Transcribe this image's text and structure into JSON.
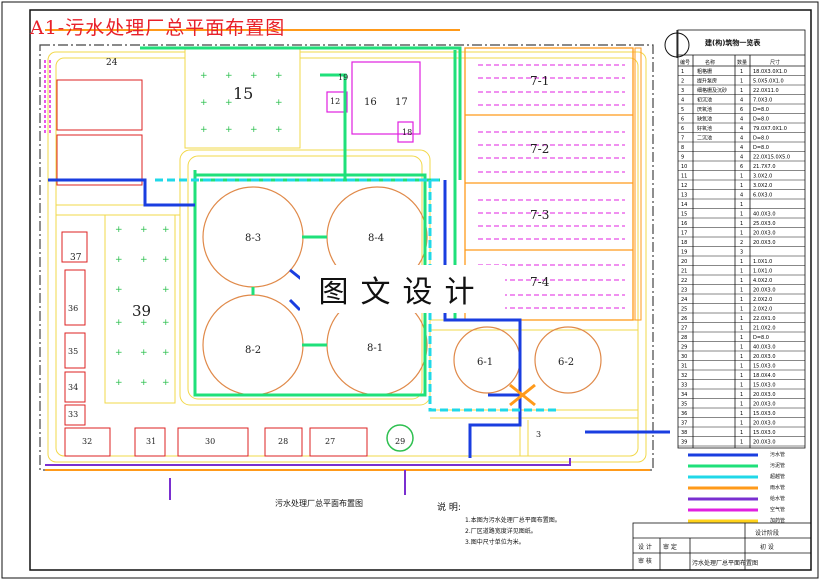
{
  "title": "A1-污水处理厂总平面布置图",
  "watermark": "图文设计",
  "subtitle": "污水处理厂总平面布置图",
  "notes": {
    "heading": "说 明:",
    "items": [
      "1.本图为污水处理厂总平面布置图。",
      "2.厂区道路宽度详见图纸。",
      "3.图中尺寸单位为米。"
    ]
  },
  "units": [
    {
      "id": "u15",
      "label": "15"
    },
    {
      "id": "u16",
      "label": "16"
    },
    {
      "id": "u17",
      "label": "17"
    },
    {
      "id": "u18",
      "label": "18"
    },
    {
      "id": "u19",
      "label": "19"
    },
    {
      "id": "u12",
      "label": "12"
    },
    {
      "id": "u24",
      "label": "24"
    },
    {
      "id": "u39",
      "label": "39"
    },
    {
      "id": "u37",
      "label": "37"
    },
    {
      "id": "u36",
      "label": "36"
    },
    {
      "id": "u35",
      "label": "35"
    },
    {
      "id": "u34",
      "label": "34"
    },
    {
      "id": "u33",
      "label": "33"
    },
    {
      "id": "u32",
      "label": "32"
    },
    {
      "id": "u31",
      "label": "31"
    },
    {
      "id": "u30",
      "label": "30"
    },
    {
      "id": "u28",
      "label": "28"
    },
    {
      "id": "u27",
      "label": "27"
    },
    {
      "id": "u29",
      "label": "29"
    },
    {
      "id": "u7_1",
      "label": "7-1"
    },
    {
      "id": "u7_2",
      "label": "7-2"
    },
    {
      "id": "u7_3",
      "label": "7-3"
    },
    {
      "id": "u7_4",
      "label": "7-4"
    },
    {
      "id": "u8_1",
      "label": "8-1"
    },
    {
      "id": "u8_2",
      "label": "8-2"
    },
    {
      "id": "u8_3",
      "label": "8-3"
    },
    {
      "id": "u8_4",
      "label": "8-4"
    },
    {
      "id": "u6_1",
      "label": "6-1"
    },
    {
      "id": "u6_2",
      "label": "6-2"
    },
    {
      "id": "u3",
      "label": "3"
    }
  ],
  "table": {
    "title": "建(构)筑物一览表",
    "headers": [
      "编号",
      "名称",
      "数量",
      "尺寸"
    ],
    "rows": [
      [
        "1",
        "粗格栅",
        "1",
        "18.0X3.0X1.0"
      ],
      [
        "2",
        "提升泵房",
        "1",
        "5.0X5.0X1.0"
      ],
      [
        "3",
        "细格栅及沉砂",
        "1",
        "22.0X11.0"
      ],
      [
        "4",
        "初沉池",
        "4",
        "7.0X3.0"
      ],
      [
        "5",
        "厌氧池",
        "6",
        "D=8.0"
      ],
      [
        "6",
        "缺氧池",
        "4",
        "D=8.0"
      ],
      [
        "6",
        "好氧池",
        "4",
        "79.0X7.0X1.0"
      ],
      [
        "7",
        "二沉池",
        "4",
        "D=8.0"
      ],
      [
        "8",
        "",
        "4",
        "D=8.0"
      ],
      [
        "9",
        "",
        "4",
        "22.0X15.0X5.0"
      ],
      [
        "10",
        "",
        "6",
        "21.7X7.0"
      ],
      [
        "11",
        "",
        "1",
        "3.0X2.0"
      ],
      [
        "12",
        "",
        "1",
        "3.0X2.0"
      ],
      [
        "13",
        "",
        "4",
        "6.0X3.0"
      ],
      [
        "14",
        "",
        "1",
        ""
      ],
      [
        "15",
        "",
        "1",
        "40.0X3.0"
      ],
      [
        "16",
        "",
        "1",
        "25.0X3.0"
      ],
      [
        "17",
        "",
        "1",
        "20.0X3.0"
      ],
      [
        "18",
        "",
        "2",
        "20.0X3.0"
      ],
      [
        "19",
        "",
        "3",
        ""
      ],
      [
        "20",
        "",
        "1",
        "1.0X1.0"
      ],
      [
        "21",
        "",
        "1",
        "1.0X1.0"
      ],
      [
        "22",
        "",
        "1",
        "4.0X2.0"
      ],
      [
        "23",
        "",
        "1",
        "20.0X3.0"
      ],
      [
        "24",
        "",
        "1",
        "2.0X2.0"
      ],
      [
        "25",
        "",
        "1",
        "2.0X2.0"
      ],
      [
        "26",
        "",
        "1",
        "22.0X1.0"
      ],
      [
        "27",
        "",
        "1",
        "21.0X2.0"
      ],
      [
        "28",
        "",
        "1",
        "D=8.0"
      ],
      [
        "29",
        "",
        "1",
        "40.0X3.0"
      ],
      [
        "30",
        "",
        "1",
        "20.0X3.0"
      ],
      [
        "31",
        "",
        "1",
        "15.0X3.0"
      ],
      [
        "32",
        "",
        "1",
        "18.0X4.0"
      ],
      [
        "33",
        "",
        "1",
        "15.0X3.0"
      ],
      [
        "34",
        "",
        "1",
        "20.0X3.0"
      ],
      [
        "35",
        "",
        "1",
        "20.0X3.0"
      ],
      [
        "36",
        "",
        "1",
        "15.0X3.0"
      ],
      [
        "37",
        "",
        "1",
        "20.0X3.0"
      ],
      [
        "38",
        "",
        "1",
        "15.0X3.0"
      ],
      [
        "39",
        "",
        "1",
        "20.0X3.0"
      ]
    ]
  },
  "legend": [
    {
      "color": "#1a3ee0",
      "label": "污水管"
    },
    {
      "color": "#1fe07a",
      "label": "污泥管"
    },
    {
      "color": "#20d8e8",
      "label": "超越管"
    },
    {
      "color": "#ff9a1a",
      "label": "雨水管"
    },
    {
      "color": "#7a2fd0",
      "label": "给水管"
    },
    {
      "color": "#e020e0",
      "label": "空气管"
    },
    {
      "color": "#ffd21a",
      "label": "加药管"
    }
  ],
  "titleblock": {
    "drawing_name": "污水处理厂总平面布置图",
    "rows": [
      "设 计",
      "审 核",
      "审 定"
    ],
    "right_top": "设计阶段",
    "right_mid": "初 设"
  }
}
